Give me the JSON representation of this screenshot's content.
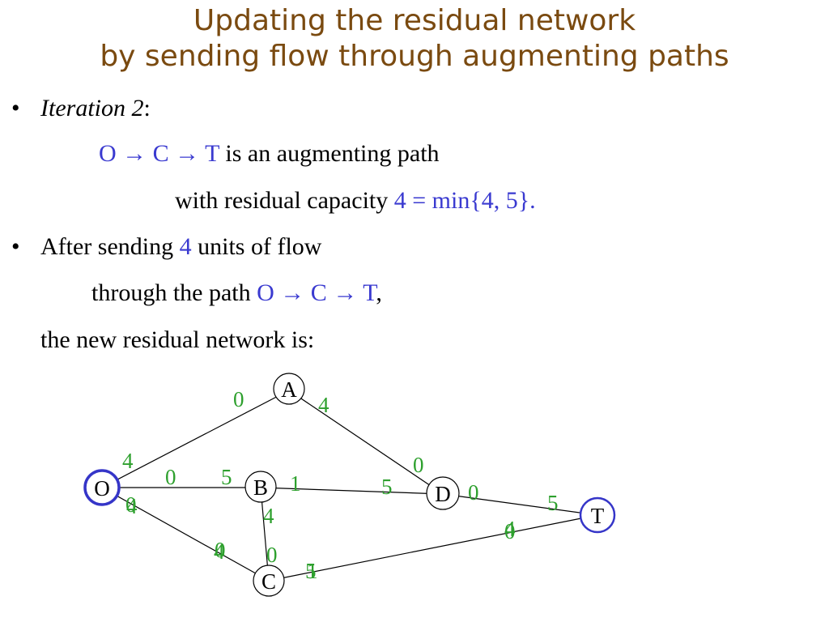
{
  "title": {
    "line1": "Updating the residual network",
    "line2": "by sending flow through augmenting paths"
  },
  "bullets": {
    "marker": "•",
    "iteration": {
      "label": "Iteration 2",
      "colon": ":",
      "path": "O → C → T",
      "path_suffix": " is an augmenting path",
      "capacity_prefix": "with residual capacity ",
      "capacity_value": "4 = min{4, 5}."
    },
    "after": {
      "line1_prefix": "After sending ",
      "line1_value": "4",
      "line1_suffix": " units of flow",
      "line2_prefix": "through the path ",
      "line2_path": "O → C → T",
      "line2_suffix": ",",
      "line3": "the new residual network is:"
    }
  },
  "colors": {
    "title": "#7a4a10",
    "highlight": "#3a3ad0",
    "capacity": "#2ea02e",
    "node_highlight": "#3535c8"
  },
  "network": {
    "nodes": [
      {
        "id": "O",
        "label": "O",
        "highlighted": true
      },
      {
        "id": "A",
        "label": "A",
        "highlighted": false
      },
      {
        "id": "B",
        "label": "B",
        "highlighted": false
      },
      {
        "id": "C",
        "label": "C",
        "highlighted": false
      },
      {
        "id": "D",
        "label": "D",
        "highlighted": false
      },
      {
        "id": "T",
        "label": "T",
        "highlighted": true
      }
    ],
    "edges": [
      {
        "from": "O",
        "to": "A"
      },
      {
        "from": "O",
        "to": "B"
      },
      {
        "from": "O",
        "to": "C"
      },
      {
        "from": "A",
        "to": "D"
      },
      {
        "from": "B",
        "to": "D"
      },
      {
        "from": "B",
        "to": "C"
      },
      {
        "from": "D",
        "to": "T"
      },
      {
        "from": "C",
        "to": "T"
      }
    ],
    "capacities": {
      "OA_near_O": "4",
      "OA_near_A": "0",
      "AD_near_A": "4",
      "AD_near_D": "0",
      "OB_near_O": "0",
      "OB_near_B": "5",
      "BD_near_B": "1",
      "BD_near_D": "5",
      "OC_near_O_old": "4",
      "OC_near_O_new": "0",
      "OC_near_C_old": "0",
      "OC_near_C_new": "4",
      "BC_near_B": "4",
      "BC_near_C": "0",
      "DT_near_D": "0",
      "DT_near_T": "5",
      "CT_near_C_old": "5",
      "CT_near_C_new": "1",
      "CT_near_T_old": "0",
      "CT_near_T_new": "4"
    }
  }
}
